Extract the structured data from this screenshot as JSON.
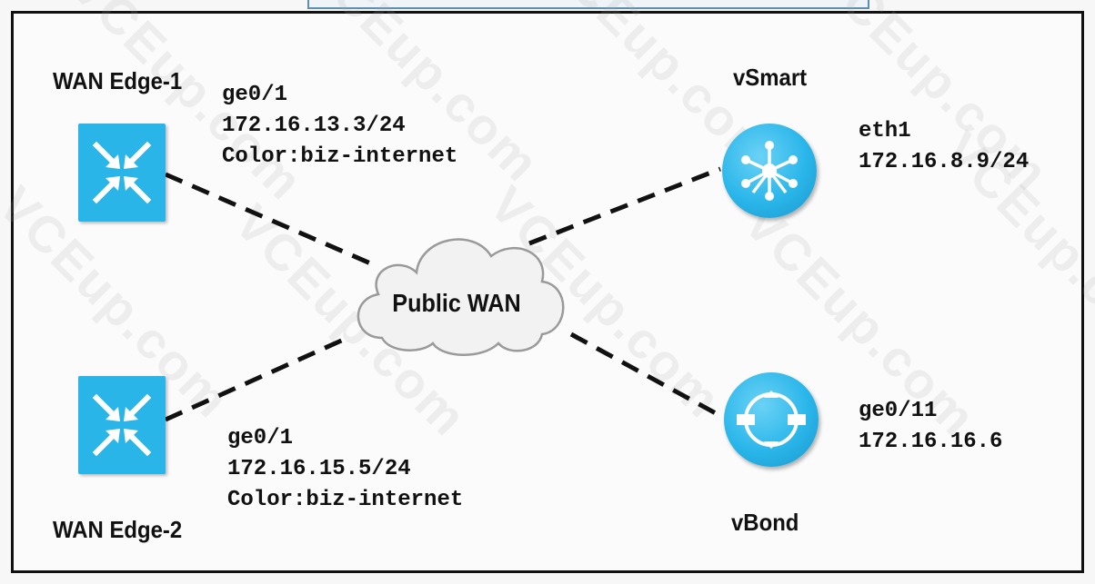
{
  "devices": {
    "wan_edge_1": {
      "label": "WAN Edge-1",
      "interface": "ge0/1",
      "ip": "172.16.13.3/24",
      "color": "Color:biz-internet"
    },
    "wan_edge_2": {
      "label": "WAN Edge-2",
      "interface": "ge0/1",
      "ip": "172.16.15.5/24",
      "color": "Color:biz-internet"
    },
    "vsmart": {
      "label": "vSmart",
      "interface": "eth1",
      "ip": "172.16.8.9/24"
    },
    "vbond": {
      "label": "vBond",
      "interface": "ge0/11",
      "ip": "172.16.16.6"
    }
  },
  "cloud": {
    "label": "Public WAN"
  },
  "watermark": "VCEup.com",
  "colors": {
    "device_blue": "#29b5e8",
    "line": "#111111"
  },
  "icons": {
    "router": "router-icon",
    "vsmart": "vsmart-hub-icon",
    "vbond": "vbond-orchestrator-icon",
    "cloud": "cloud-icon"
  }
}
